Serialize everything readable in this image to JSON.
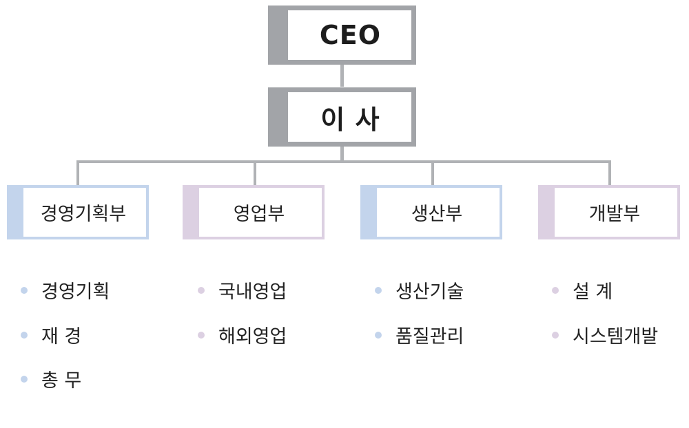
{
  "ceo": {
    "label": "CEO"
  },
  "director": {
    "label": "이 사"
  },
  "colors": {
    "gray": "#a2a4a8",
    "blue": "#c3d4ec",
    "purple": "#dcd0e2",
    "connector": "#b0b2b5"
  },
  "departments": [
    {
      "label": "경영기획부",
      "color": "#c3d4ec",
      "items": [
        "경영기획",
        "재 경",
        "총 무"
      ]
    },
    {
      "label": "영업부",
      "color": "#dcd0e2",
      "items": [
        "국내영업",
        "해외영업"
      ]
    },
    {
      "label": "생산부",
      "color": "#c3d4ec",
      "items": [
        "생산기술",
        "품질관리"
      ]
    },
    {
      "label": "개발부",
      "color": "#dcd0e2",
      "items": [
        "설 계",
        "시스템개발"
      ]
    }
  ]
}
